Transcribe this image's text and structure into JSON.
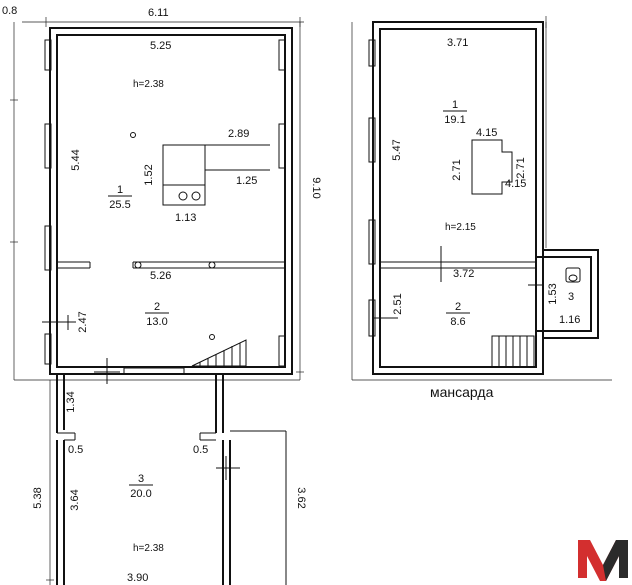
{
  "plan": {
    "colors": {
      "line": "#111111",
      "logo_red": "#d32f2f",
      "logo_dark": "#2b2b2b"
    },
    "ground": {
      "dims": {
        "offset": "0.8",
        "total_width": "6.11",
        "inner_width": "5.25",
        "height_left": "5.44",
        "total_height": "9.10",
        "stair_width": "2.89",
        "stair_height": "1.52",
        "stair_step": "1.25",
        "stove_width": "1.13",
        "partition": "5.26",
        "room2_height": "2.47",
        "porch_offset": "1.34",
        "door_left": "0.5",
        "door_right": "0.5",
        "veranda_height_outer": "5.38",
        "veranda_height_left": "3.64",
        "veranda_height_right": "3.62",
        "veranda_width": "3.90"
      },
      "rooms": [
        {
          "number": "1",
          "area": "25.5",
          "ceiling": "h=2.38"
        },
        {
          "number": "2",
          "area": "13.0"
        },
        {
          "number": "3",
          "area": "20.0",
          "ceiling": "h=2.38"
        }
      ]
    },
    "attic": {
      "caption": "мансарда",
      "dims": {
        "width_top": "3.71",
        "height": "5.47",
        "core_top": "4.15",
        "core_left": "2.71",
        "core_right": "2.71",
        "core_bottom": "4.15",
        "partition": "3.72",
        "room2_height": "2.51",
        "bath_height": "1.53",
        "bath_width": "1.16"
      },
      "rooms": [
        {
          "number": "1",
          "area": "19.1",
          "ceiling": "h=2.15"
        },
        {
          "number": "2",
          "area": "8.6"
        },
        {
          "number": "3"
        }
      ]
    }
  }
}
